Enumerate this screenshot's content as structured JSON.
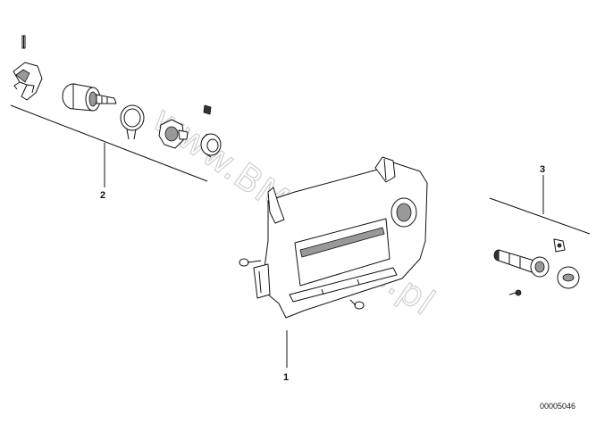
{
  "diagram": {
    "watermark": "www.BMWstore.pl",
    "drawing_code": "00005046",
    "callouts": [
      {
        "id": "callout-1",
        "label": "1"
      },
      {
        "id": "callout-2",
        "label": "2"
      },
      {
        "id": "callout-3",
        "label": "3"
      }
    ]
  }
}
